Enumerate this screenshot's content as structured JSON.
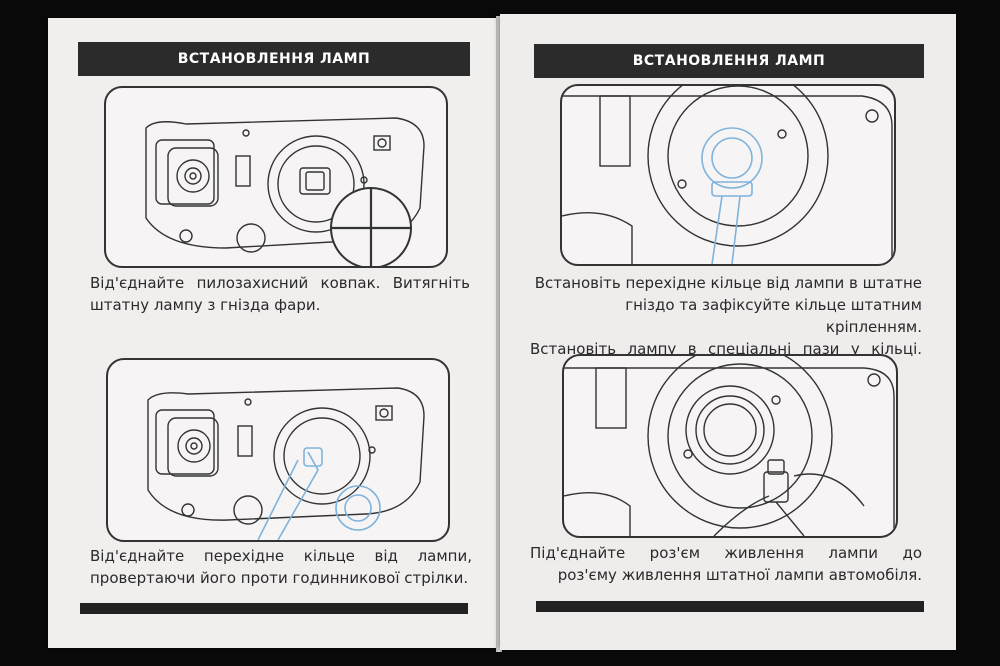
{
  "left_page": {
    "header": "ВСТАНОВЛЕННЯ ЛАМП",
    "step1": {
      "line1": "Від'єднайте пилозахисний ковпак. Витягніть",
      "line2": "штатну лампу з гнізда фари."
    },
    "step3": {
      "line1": "Від'єднайте перехідне кільце від лампи,",
      "line2": "провертаючи його проти годинникової стрілки."
    }
  },
  "right_page": {
    "header": "ВСТАНОВЛЕННЯ ЛАМП",
    "step2": {
      "line1": "Встановіть перехідне кільце від лампи в штатне",
      "line2": "гніздо та зафіксуйте кільце штатним кріпленням.",
      "line3": "Встановіть лампу в спеціальні пази у кільці."
    },
    "step4": {
      "line1": "Під'єднайте роз'єм живлення лампи до",
      "line2": "роз'єму живлення штатної лампи автомобіля."
    }
  },
  "colors": {
    "paper": "#f1eeee",
    "header_bg": "#2b2b2b",
    "header_text": "#ffffff",
    "line_art": "#333333",
    "accent_blue": "#7fb3dc"
  }
}
